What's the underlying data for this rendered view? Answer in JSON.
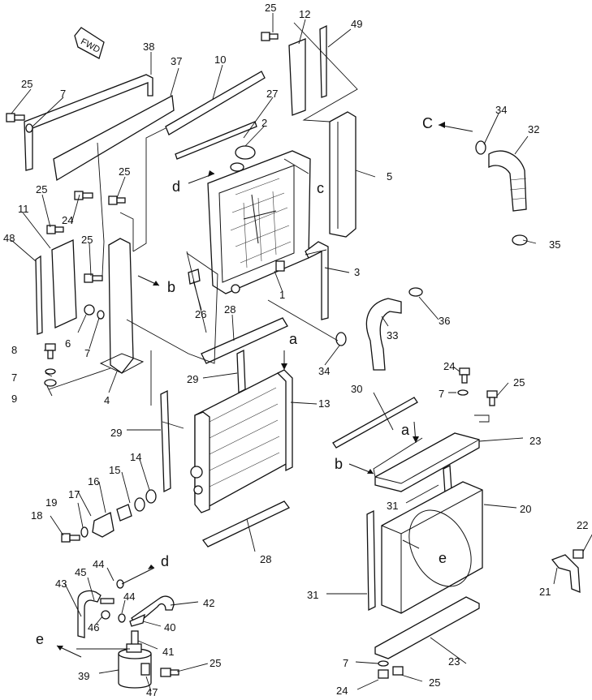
{
  "labels": {
    "fwd": "FWD",
    "callouts": [
      {
        "id": "c25a",
        "text": "25"
      },
      {
        "id": "c12",
        "text": "12"
      },
      {
        "id": "c49",
        "text": "49"
      },
      {
        "id": "c38",
        "text": "38"
      },
      {
        "id": "c37",
        "text": "37"
      },
      {
        "id": "c10",
        "text": "10"
      },
      {
        "id": "c27",
        "text": "27"
      },
      {
        "id": "c25b",
        "text": "25"
      },
      {
        "id": "c7a",
        "text": "7"
      },
      {
        "id": "c2",
        "text": "2"
      },
      {
        "id": "c5",
        "text": "5"
      },
      {
        "id": "c34a",
        "text": "34"
      },
      {
        "id": "c32",
        "text": "32"
      },
      {
        "id": "c25c",
        "text": "25"
      },
      {
        "id": "c25d",
        "text": "25"
      },
      {
        "id": "c24a",
        "text": "24"
      },
      {
        "id": "c11",
        "text": "11"
      },
      {
        "id": "c48",
        "text": "48"
      },
      {
        "id": "c25e",
        "text": "25"
      },
      {
        "id": "c35",
        "text": "35"
      },
      {
        "id": "c3",
        "text": "3"
      },
      {
        "id": "c1",
        "text": "1"
      },
      {
        "id": "c26",
        "text": "26"
      },
      {
        "id": "c28a",
        "text": "28"
      },
      {
        "id": "c6",
        "text": "6"
      },
      {
        "id": "c7b",
        "text": "7"
      },
      {
        "id": "c36",
        "text": "36"
      },
      {
        "id": "c33",
        "text": "33"
      },
      {
        "id": "c34b",
        "text": "34"
      },
      {
        "id": "c8",
        "text": "8"
      },
      {
        "id": "c7c",
        "text": "7"
      },
      {
        "id": "c9",
        "text": "9"
      },
      {
        "id": "c4",
        "text": "4"
      },
      {
        "id": "c29a",
        "text": "29"
      },
      {
        "id": "c13",
        "text": "13"
      },
      {
        "id": "c24b",
        "text": "24"
      },
      {
        "id": "c7d",
        "text": "7"
      },
      {
        "id": "c25f",
        "text": "25"
      },
      {
        "id": "c30",
        "text": "30"
      },
      {
        "id": "c23a",
        "text": "23"
      },
      {
        "id": "c29b",
        "text": "29"
      },
      {
        "id": "c14",
        "text": "14"
      },
      {
        "id": "c15",
        "text": "15"
      },
      {
        "id": "c16",
        "text": "16"
      },
      {
        "id": "c17",
        "text": "17"
      },
      {
        "id": "c19",
        "text": "19"
      },
      {
        "id": "c18",
        "text": "18"
      },
      {
        "id": "c31a",
        "text": "31"
      },
      {
        "id": "c20",
        "text": "20"
      },
      {
        "id": "c22",
        "text": "22"
      },
      {
        "id": "c21",
        "text": "21"
      },
      {
        "id": "c28b",
        "text": "28"
      },
      {
        "id": "c44a",
        "text": "44"
      },
      {
        "id": "c45",
        "text": "45"
      },
      {
        "id": "c43",
        "text": "43"
      },
      {
        "id": "c42",
        "text": "42"
      },
      {
        "id": "c44b",
        "text": "44"
      },
      {
        "id": "c46",
        "text": "46"
      },
      {
        "id": "c40",
        "text": "40"
      },
      {
        "id": "c41",
        "text": "41"
      },
      {
        "id": "c31b",
        "text": "31"
      },
      {
        "id": "c23b",
        "text": "23"
      },
      {
        "id": "c39",
        "text": "39"
      },
      {
        "id": "c25g",
        "text": "25"
      },
      {
        "id": "c47",
        "text": "47"
      },
      {
        "id": "c7e",
        "text": "7"
      },
      {
        "id": "c25h",
        "text": "25"
      },
      {
        "id": "c24c",
        "text": "24"
      }
    ],
    "refs": [
      {
        "id": "rC1",
        "text": "C"
      },
      {
        "id": "rd1",
        "text": "d"
      },
      {
        "id": "rc1",
        "text": "c"
      },
      {
        "id": "rb1",
        "text": "b"
      },
      {
        "id": "ra1",
        "text": "a"
      },
      {
        "id": "ra2",
        "text": "a"
      },
      {
        "id": "rb2",
        "text": "b"
      },
      {
        "id": "re1",
        "text": "e"
      },
      {
        "id": "rd2",
        "text": "d"
      },
      {
        "id": "re2",
        "text": "e"
      }
    ]
  }
}
